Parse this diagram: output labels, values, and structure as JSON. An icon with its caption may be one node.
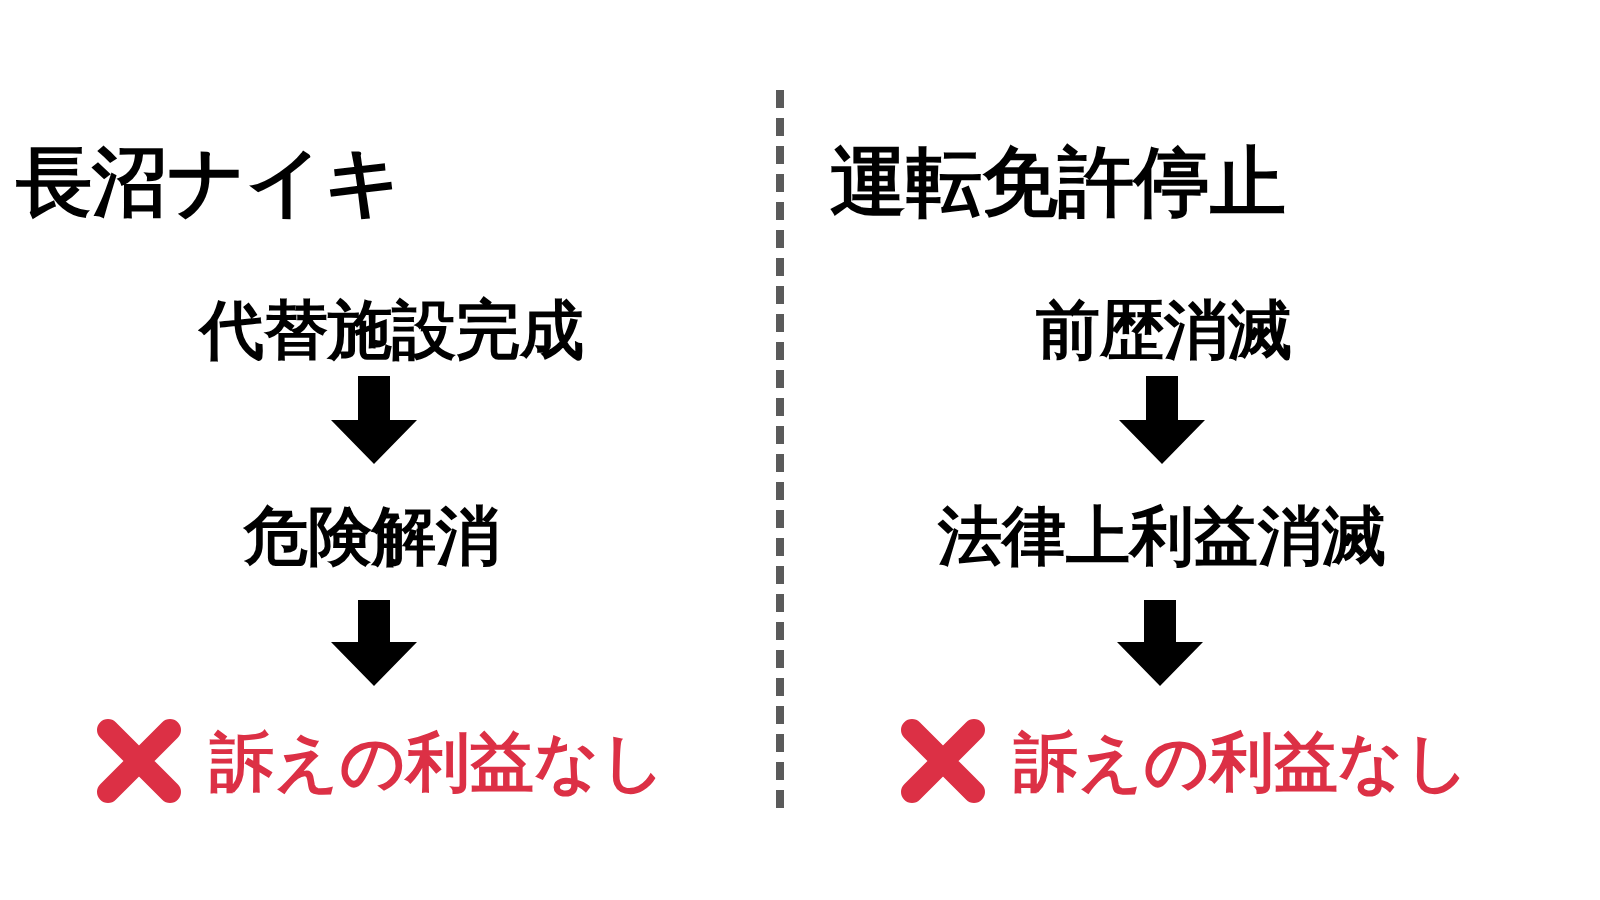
{
  "diagram": {
    "nodes": [
      {
        "text": [
          "代替施設完成"
        ]
      },
      {
        "text": [
          "危険解消"
        ]
      },
      {
        "text": [
          "訴えの利益なし"
        ]
      },
      {
        "text": [
          "前歴消滅"
        ]
      },
      {
        "text": [
          "法律上利益消滅"
        ]
      },
      {
        "text": [
          "訴えの利益なし"
        ]
      }
    ],
    "edges": [
      {
        "from": 0,
        "to": 1,
        "arrow": "to"
      },
      {
        "from": 1,
        "to": 2,
        "arrow": "to"
      },
      {
        "from": 3,
        "to": 4,
        "arrow": "to"
      },
      {
        "from": 4,
        "to": 5,
        "arrow": "to"
      }
    ],
    "labels": [
      "長沼ナイキ",
      "運転免許停止"
    ]
  }
}
